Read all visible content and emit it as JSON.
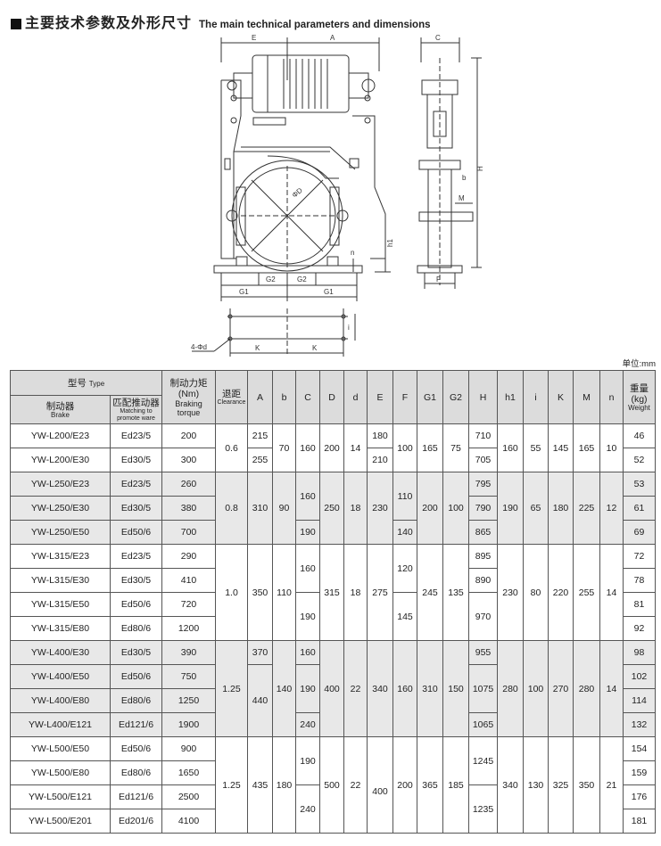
{
  "title": {
    "cn": "主要技术参数及外形尺寸",
    "en": "The main technical parameters and dimensions"
  },
  "unit": "单位:mm",
  "drawing": {
    "dim_labels": {
      "E": "E",
      "A": "A",
      "C": "C",
      "H": "H",
      "h1": "h1",
      "n": "n",
      "G1": "G1",
      "G2": "G2",
      "F": "F",
      "M": "M",
      "b": "b",
      "K": "K",
      "i": "i",
      "D": "ΦD",
      "hole": "4-Φd"
    }
  },
  "table": {
    "header": {
      "type_cn": "型号",
      "type_en": "Type",
      "brake_cn": "制动器",
      "brake_en": "Brake",
      "pusher_cn": "匹配推动器",
      "pusher_en1": "Matching to",
      "pusher_en2": "promote ware",
      "torque_cn": "制动力矩",
      "torque_unit": "(Nm)",
      "torque_en1": "Braking",
      "torque_en2": "torque",
      "clearance_cn": "退距",
      "clearance_en": "Clearance",
      "A": "A",
      "b": "b",
      "C": "C",
      "D": "D",
      "d": "d",
      "E": "E",
      "F": "F",
      "G1": "G1",
      "G2": "G2",
      "H": "H",
      "h1": "h1",
      "i": "i",
      "K": "K",
      "M": "M",
      "n": "n",
      "weight_cn": "重量",
      "weight_unit": "(kg)",
      "weight_en": "Weight"
    },
    "rows": [
      {
        "brake": "YW-L200/E23",
        "pusher": "Ed23/5",
        "torque": "200",
        "A": "215",
        "E": "180",
        "H": "710",
        "weight": "46"
      },
      {
        "brake": "YW-L200/E30",
        "pusher": "Ed30/5",
        "torque": "300",
        "A": "255",
        "E": "210",
        "H": "705",
        "weight": "52"
      },
      {
        "brake": "YW-L250/E23",
        "pusher": "Ed23/5",
        "torque": "260",
        "H": "795",
        "weight": "53"
      },
      {
        "brake": "YW-L250/E30",
        "pusher": "Ed30/5",
        "torque": "380",
        "H": "790",
        "weight": "61"
      },
      {
        "brake": "YW-L250/E50",
        "pusher": "Ed50/6",
        "torque": "700",
        "C": "190",
        "F": "140",
        "H": "865",
        "weight": "69"
      },
      {
        "brake": "YW-L315/E23",
        "pusher": "Ed23/5",
        "torque": "290",
        "H": "895",
        "weight": "72"
      },
      {
        "brake": "YW-L315/E30",
        "pusher": "Ed30/5",
        "torque": "410",
        "H": "890",
        "weight": "78"
      },
      {
        "brake": "YW-L315/E50",
        "pusher": "Ed50/6",
        "torque": "720",
        "weight": "81"
      },
      {
        "brake": "YW-L315/E80",
        "pusher": "Ed80/6",
        "torque": "1200",
        "weight": "92"
      },
      {
        "brake": "YW-L400/E30",
        "pusher": "Ed30/5",
        "torque": "390",
        "A": "370",
        "C": "160",
        "H": "955",
        "weight": "98"
      },
      {
        "brake": "YW-L400/E50",
        "pusher": "Ed50/6",
        "torque": "750",
        "weight": "102"
      },
      {
        "brake": "YW-L400/E80",
        "pusher": "Ed80/6",
        "torque": "1250",
        "weight": "114"
      },
      {
        "brake": "YW-L400/E121",
        "pusher": "Ed121/6",
        "torque": "1900",
        "C": "240",
        "H": "1065",
        "weight": "132"
      },
      {
        "brake": "YW-L500/E50",
        "pusher": "Ed50/6",
        "torque": "900",
        "weight": "154"
      },
      {
        "brake": "YW-L500/E80",
        "pusher": "Ed80/6",
        "torque": "1650",
        "weight": "159"
      },
      {
        "brake": "YW-L500/E121",
        "pusher": "Ed121/6",
        "torque": "2500",
        "weight": "176"
      },
      {
        "brake": "YW-L500/E201",
        "pusher": "Ed201/6",
        "torque": "4100",
        "weight": "181"
      }
    ],
    "g1": {
      "clearance": "0.6",
      "b": "70",
      "C": "160",
      "D": "200",
      "d": "14",
      "F": "100",
      "G1": "165",
      "G2": "75",
      "h1": "160",
      "i": "55",
      "K": "145",
      "M": "165",
      "n": "10"
    },
    "g2": {
      "clearance": "0.8",
      "A": "310",
      "b": "90",
      "C": "160",
      "D": "250",
      "d": "18",
      "E": "230",
      "F": "110",
      "G1": "200",
      "G2": "100",
      "h1": "190",
      "i": "65",
      "K": "180",
      "M": "225",
      "n": "12"
    },
    "g3": {
      "clearance": "1.0",
      "A": "350",
      "b": "110",
      "C1": "160",
      "C2": "190",
      "D": "315",
      "d": "18",
      "E": "275",
      "F1": "120",
      "F2": "145",
      "G1": "245",
      "G2": "135",
      "H": "970",
      "h1": "230",
      "i": "80",
      "K": "220",
      "M": "255",
      "n": "14"
    },
    "g4": {
      "clearance": "1.25",
      "A": "440",
      "b": "140",
      "C": "190",
      "D": "400",
      "d": "22",
      "E": "340",
      "F": "160",
      "G1": "310",
      "G2": "150",
      "H": "1075",
      "h1": "280",
      "i": "100",
      "K": "270",
      "M": "280",
      "n": "14"
    },
    "g5": {
      "clearance": "1.25",
      "A": "435",
      "b": "180",
      "C1": "190",
      "C2": "240",
      "D": "500",
      "d": "22",
      "E": "400",
      "F": "200",
      "G1": "365",
      "G2": "185",
      "H1": "1245",
      "H2": "1235",
      "h1": "340",
      "i": "130",
      "K": "325",
      "M": "350",
      "n": "21"
    }
  }
}
